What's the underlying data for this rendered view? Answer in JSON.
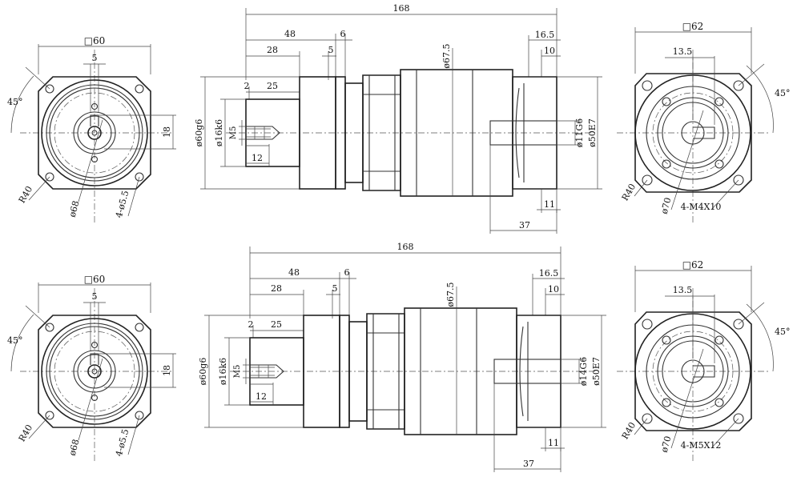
{
  "views": [
    {
      "id": "top",
      "left_flange": {
        "square": "□60",
        "keyway": "5",
        "key_height": "18",
        "angle": "45°",
        "bolt_radius": "R40",
        "bolt_circle": "ø68",
        "holes": "4-ø5.5"
      },
      "side": {
        "total_length": "168",
        "len_48": "48",
        "len_6": "6",
        "len_28": "28",
        "len_5": "5",
        "len_2": "2",
        "len_25": "25",
        "len_12": "12",
        "body_dia": "ø67.5",
        "len_16_5": "16.5",
        "len_10": "10",
        "pilot_dia": "ø60g6",
        "shaft_dia": "ø16k6",
        "thread": "M5",
        "bore_dia": "ø11G6",
        "spigot_dia": "ø50E7",
        "len_11": "11",
        "len_37": "37"
      },
      "right_flange": {
        "square": "□62",
        "offset": "13.5",
        "angle": "45°",
        "bolt_radius": "R40",
        "bolt_circle": "ø70",
        "holes": "4-M4X10"
      }
    },
    {
      "id": "bottom",
      "left_flange": {
        "square": "□60",
        "keyway": "5",
        "key_height": "18",
        "angle": "45°",
        "bolt_radius": "R40",
        "bolt_circle": "ø68",
        "holes": "4-ø5.5"
      },
      "side": {
        "total_length": "168",
        "len_48": "48",
        "len_6": "6",
        "len_28": "28",
        "len_5": "5",
        "len_2": "2",
        "len_25": "25",
        "len_12": "12",
        "body_dia": "ø67.5",
        "len_16_5": "16.5",
        "len_10": "10",
        "pilot_dia": "ø60g6",
        "shaft_dia": "ø16k6",
        "thread": "M5",
        "bore_dia": "ø14G6",
        "spigot_dia": "ø50E7",
        "len_11": "11",
        "len_37": "37"
      },
      "right_flange": {
        "square": "□62",
        "offset": "13.5",
        "angle": "45°",
        "bolt_radius": "R40",
        "bolt_circle": "ø70",
        "holes": "4-M5X12"
      }
    }
  ]
}
